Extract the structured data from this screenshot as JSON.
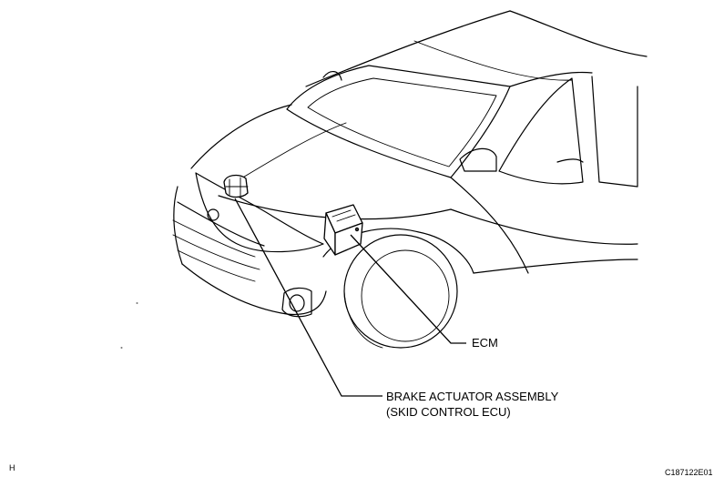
{
  "labels": {
    "ecm": "ECM",
    "brake_line1": "BRAKE ACTUATOR ASSEMBLY",
    "brake_line2": "(SKID CONTROL ECU)",
    "corner_left": "H",
    "figure_code": "C187122E01"
  }
}
